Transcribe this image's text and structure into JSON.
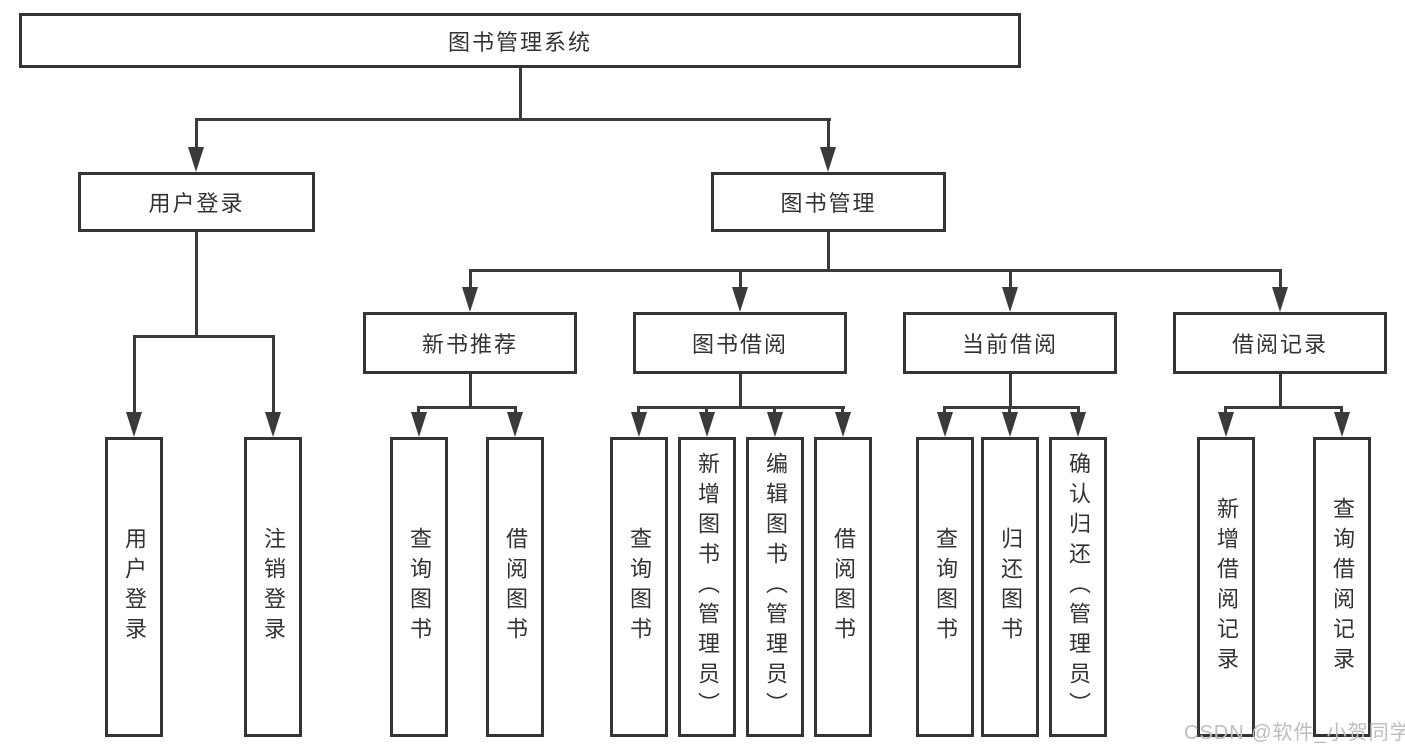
{
  "diagram_title": "图书管理系统",
  "tree": {
    "root": {
      "label": "图书管理系统",
      "children": [
        {
          "label": "用户登录",
          "children": [
            {
              "label": "用户登录"
            },
            {
              "label": "注销登录"
            }
          ]
        },
        {
          "label": "图书管理",
          "children": [
            {
              "label": "新书推荐",
              "children": [
                {
                  "label": "查询图书"
                },
                {
                  "label": "借阅图书"
                }
              ]
            },
            {
              "label": "图书借阅",
              "children": [
                {
                  "label": "查询图书"
                },
                {
                  "label": "新增图书（管理员）"
                },
                {
                  "label": "编辑图书（管理员）"
                },
                {
                  "label": "借阅图书"
                }
              ]
            },
            {
              "label": "当前借阅",
              "children": [
                {
                  "label": "查询图书"
                },
                {
                  "label": "归还图书"
                },
                {
                  "label": "确认归还（管理员）"
                }
              ]
            },
            {
              "label": "借阅记录",
              "children": [
                {
                  "label": "新增借阅记录"
                },
                {
                  "label": "查询借阅记录"
                }
              ]
            }
          ]
        }
      ]
    }
  },
  "watermark": "CSDN @软件_小贺同学",
  "colors": {
    "line": "#3a3a3a",
    "box_border": "#343434",
    "text": "#333333",
    "background": "#ffffff",
    "watermark": "#bdbdbd"
  }
}
